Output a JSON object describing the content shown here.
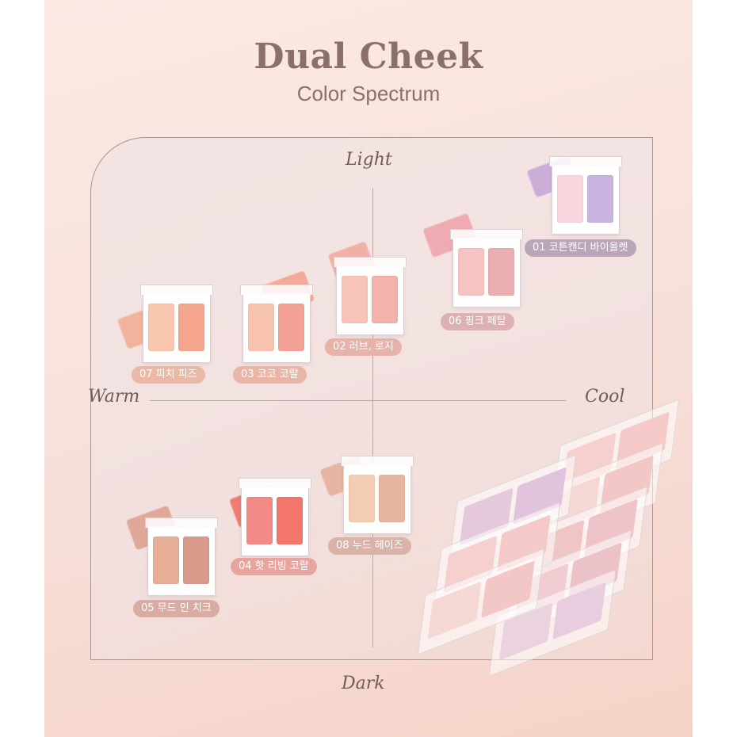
{
  "title": "Dual Cheek",
  "subtitle": "Color Spectrum",
  "axes": {
    "top": "Light",
    "bottom": "Dark",
    "left": "Warm",
    "right": "Cool"
  },
  "colors": {
    "title": "#8a6f6c",
    "badge_peach": "#eab9a6",
    "badge_pink": "#dcb1b3",
    "badge_lilac": "#bba5b8"
  },
  "palettes": [
    {
      "id": "01",
      "label": "01 코튼캔디 바이올렛",
      "pan_left": "#f7d6dd",
      "pan_right": "#c9b3df",
      "swatch": "#c7a9d8",
      "badge_color": "#bba5b8"
    },
    {
      "id": "06",
      "label": "06 핑크 페탈",
      "pan_left": "#f5c4c1",
      "pan_right": "#e8aeb0",
      "swatch": "#f0a6ae",
      "badge_color": "#dcb1b3"
    },
    {
      "id": "02",
      "label": "02 러브, 로지",
      "pan_left": "#f8c3b9",
      "pan_right": "#f4b2ac",
      "swatch": "#f1aaa0",
      "badge_color": "#e7b2aa"
    },
    {
      "id": "03",
      "label": "03 코코 코랄",
      "pan_left": "#f8c3ae",
      "pan_right": "#f4a295",
      "swatch": "#f2a393",
      "badge_color": "#e9b5a6"
    },
    {
      "id": "07",
      "label": "07 피치 피즈",
      "pan_left": "#f9c6ae",
      "pan_right": "#f5a58e",
      "swatch": "#f3ad94",
      "badge_color": "#eab9a6"
    },
    {
      "id": "08",
      "label": "08 누드 헤이즈",
      "pan_left": "#f2cdb1",
      "pan_right": "#e6b59e",
      "swatch": "#e7b09e",
      "badge_color": "#d9b3a8"
    },
    {
      "id": "04",
      "label": "04 핫 리빙 코랄",
      "pan_left": "#f48a86",
      "pan_right": "#f2766b",
      "swatch": "#ee7368",
      "badge_color": "#e8a5a0"
    },
    {
      "id": "05",
      "label": "05 무드 인 치크",
      "pan_left": "#e7ae98",
      "pan_right": "#d9998b",
      "swatch": "#dda292",
      "badge_color": "#d8aca2"
    }
  ],
  "stack": {
    "pans": [
      "#f6d0ce",
      "#f4c9c8",
      "#f5d7d4",
      "#f2c7c5",
      "#f0c5c6",
      "#eec4c8",
      "#f1cdd1",
      "#ecc2c9",
      "#ead2df",
      "#e8cde0",
      "#e6c8dc",
      "#e2c3dd"
    ]
  }
}
